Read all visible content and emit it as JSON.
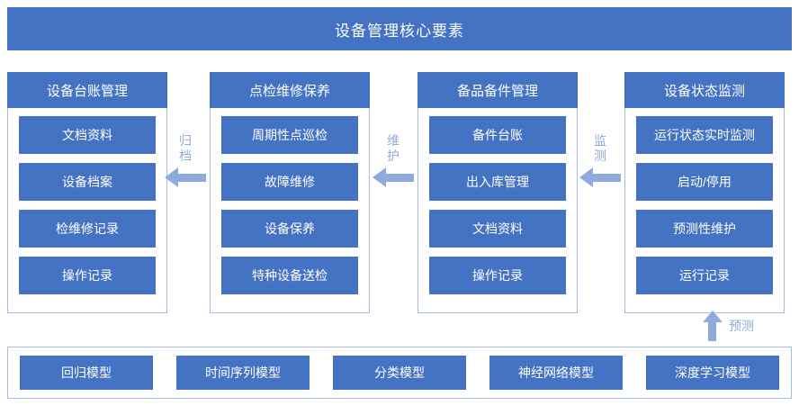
{
  "banner": {
    "title": "设备管理核心要素"
  },
  "colors": {
    "primary_blue": "#4473c4",
    "light_blue": "#8faadc",
    "border_blue": "#a8bede",
    "white": "#ffffff"
  },
  "columns": [
    {
      "header": "设备台账管理",
      "items": [
        "文档资料",
        "设备档案",
        "检维修记录",
        "操作记录"
      ]
    },
    {
      "header": "点检维修保养",
      "items": [
        "周期性点巡检",
        "故障维修",
        "设备保养",
        "特种设备送检"
      ]
    },
    {
      "header": "备品备件管理",
      "items": [
        "备件台账",
        "出入库管理",
        "文档资料",
        "操作记录"
      ]
    },
    {
      "header": "设备状态监测",
      "items": [
        "运行状态实时监测",
        "启动/停用",
        "预测性维护",
        "运行记录"
      ]
    }
  ],
  "arrows": [
    {
      "label": "归档",
      "direction": "left"
    },
    {
      "label": "维护",
      "direction": "left"
    },
    {
      "label": "监测",
      "direction": "left"
    },
    {
      "label": "预测",
      "direction": "up"
    }
  ],
  "models": {
    "items": [
      "回归模型",
      "时间序列模型",
      "分类模型",
      "神经网络模型",
      "深度学习模型"
    ]
  }
}
